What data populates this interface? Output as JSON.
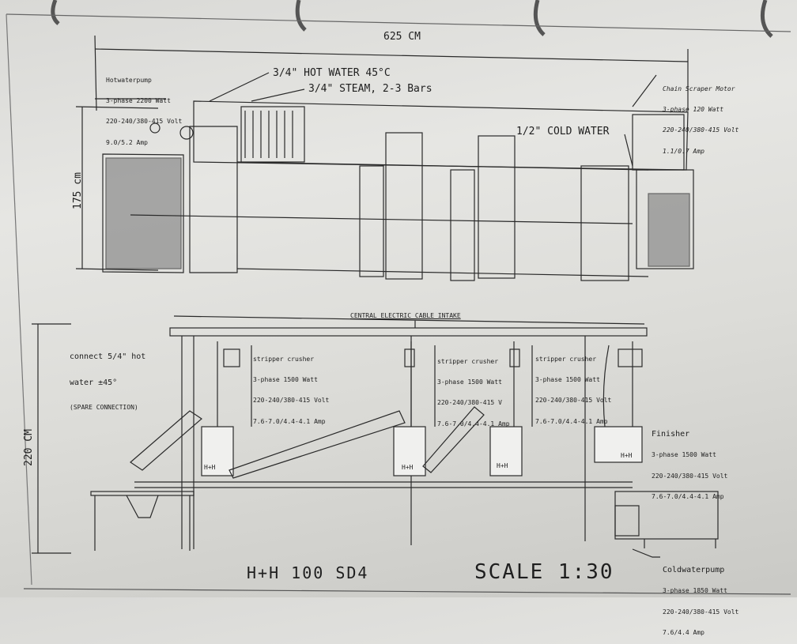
{
  "dimensions": {
    "width": "625 CM",
    "height_top": "175 cm",
    "height_bottom": "220 CM"
  },
  "top_view": {
    "hot_water": "3/4\" HOT WATER 45°C",
    "steam": "3/4\" STEAM, 2-3 Bars",
    "cold_water": "1/2\" COLD WATER",
    "hotwaterpump": [
      "Hotwaterpump",
      "3-phase 2200 Watt",
      "220-240/380-415 Volt",
      "9.0/5.2 Amp"
    ],
    "chain_scraper_motor": [
      "Chain Scraper Motor",
      "3-phase 120 Watt",
      "220-240/380-415 Volt",
      "1.1/0.7 Amp"
    ]
  },
  "side_view": {
    "cable_intake": "CENTRAL ELECTRIC CABLE INTAKE",
    "spare_connection": [
      "connect 5/4\" hot",
      "water ±45°",
      "(SPARE CONNECTION)"
    ],
    "stripper_crushers": [
      [
        "stripper crusher",
        "3-phase 1500 Watt",
        "220-240/380-415 Volt",
        "7.6-7.0/4.4-4.1 Amp"
      ],
      [
        "stripper crusher",
        "3-phase 1500 Watt",
        "220-240/380-415 V",
        "7.6-7.0/4.4-4.1 Amp"
      ],
      [
        "stripper crusher",
        "3-phase 1500 Watt",
        "220-240/380-415 Volt",
        "7.6-7.0/4.4-4.1 Amp"
      ]
    ],
    "finisher": [
      "Finisher",
      "3-phase 1500 Watt",
      "220-240/380-415 Volt",
      "7.6-7.0/4.4-4.1 Amp"
    ],
    "coldwaterpump": [
      "Coldwaterpump",
      "3-phase 1850 Watt",
      "220-240/380-415 Volt",
      "7.6/4.4 Amp"
    ],
    "machine_label": "H+H"
  },
  "title_block": {
    "model": "H+H 100 SD4",
    "scale": "SCALE 1:30"
  }
}
